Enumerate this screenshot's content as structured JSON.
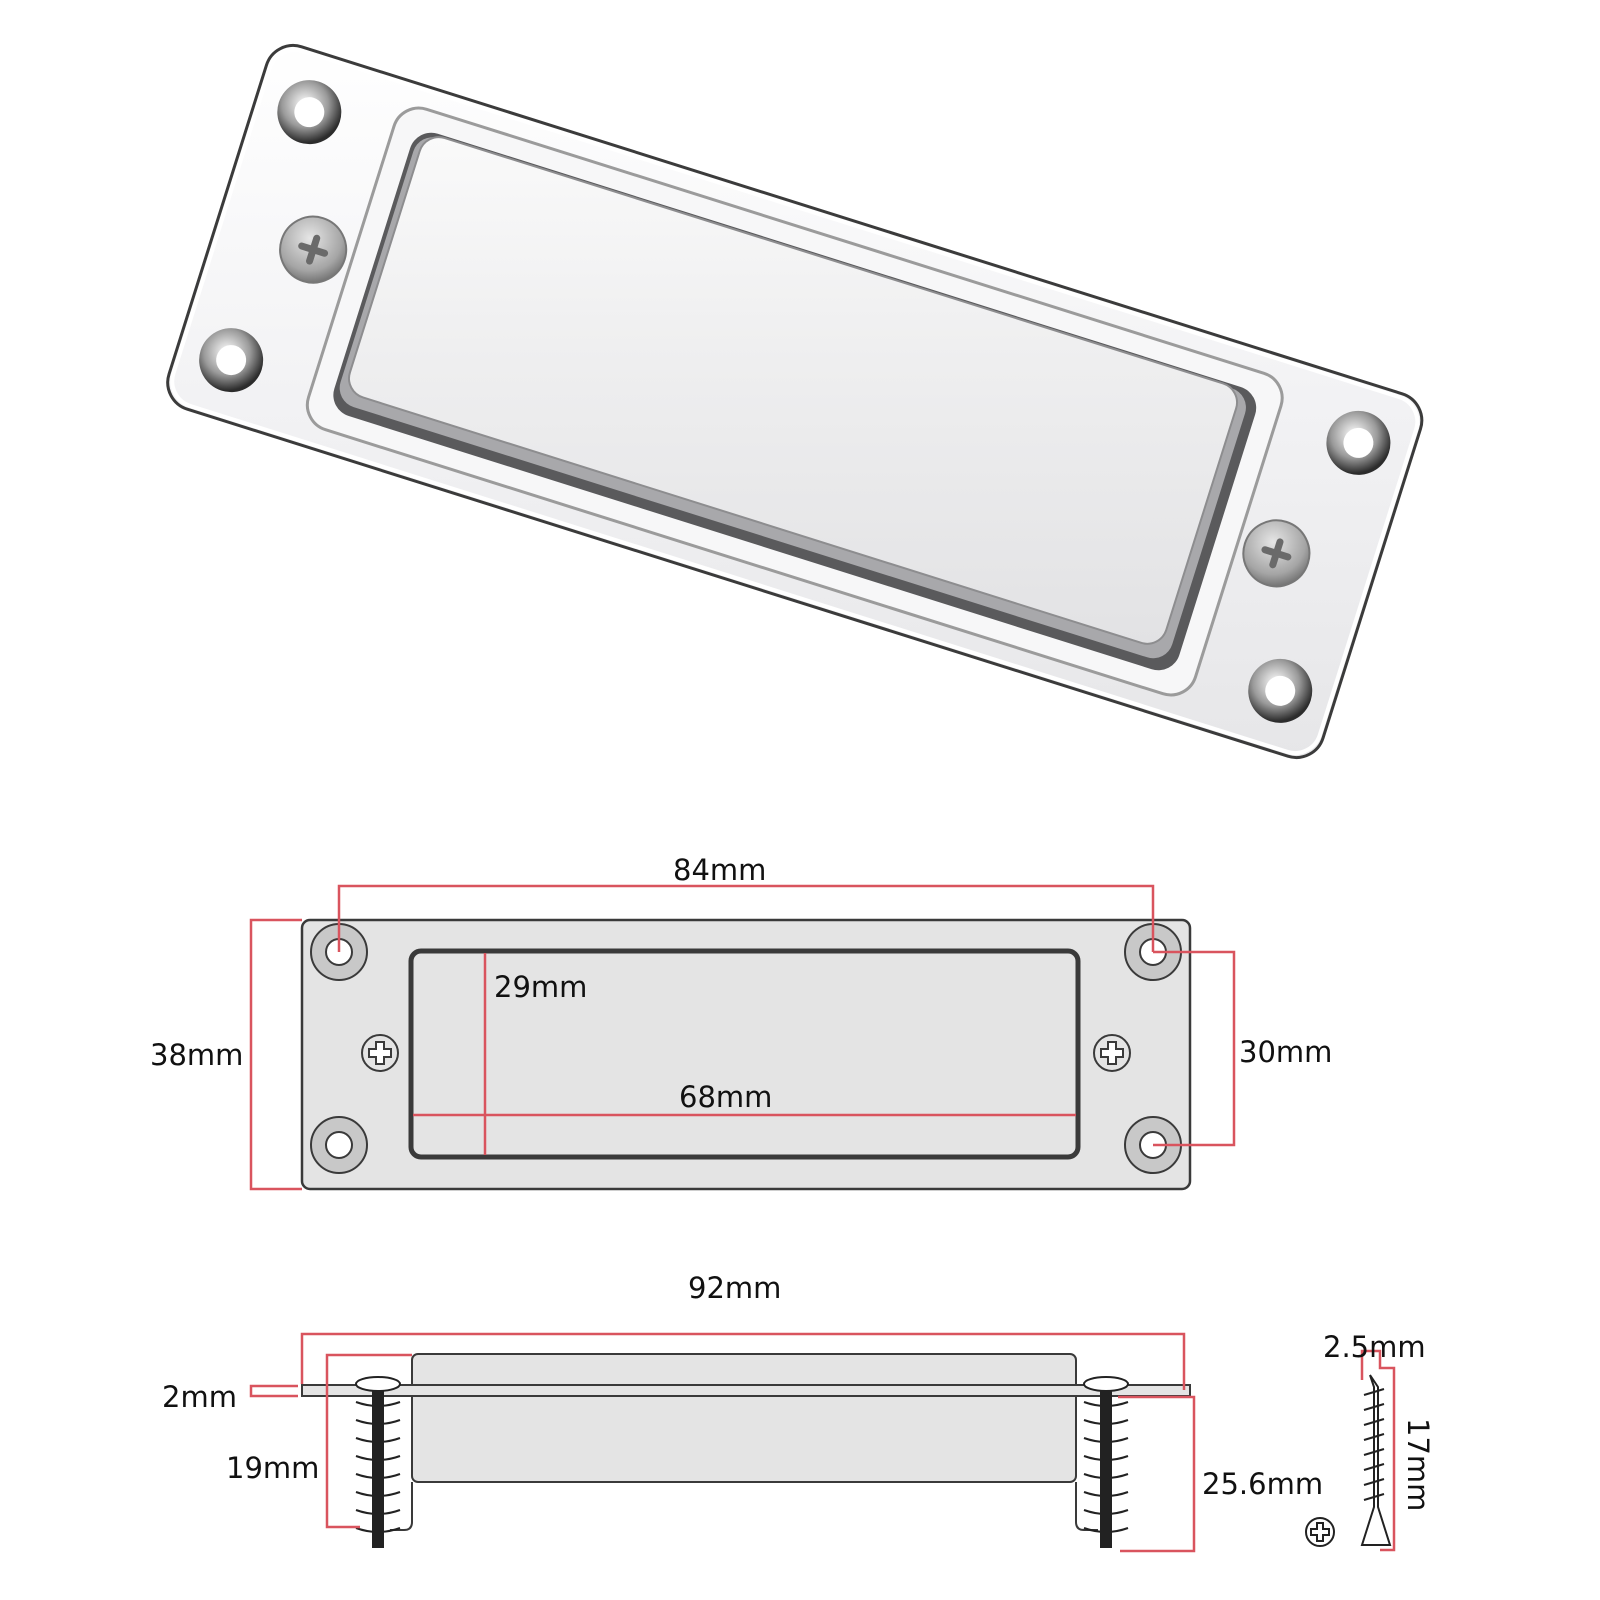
{
  "product": {
    "photo_alt": "chrome mini humbucker pickup with mounting ring",
    "finish_color": "#e8e8ea"
  },
  "colors": {
    "dimension_line": "#d9545e",
    "outline": "#3a3a3a",
    "fill": "#e4e4e4",
    "text": "#111111"
  },
  "top_view": {
    "labels": {
      "hole_spacing_width": "84mm",
      "cover_height": "29mm",
      "plate_height": "38mm",
      "cover_width": "68mm",
      "hole_spacing_height": "30mm"
    },
    "icons": [
      "mounting-hole-icon",
      "phillips-screw-icon"
    ]
  },
  "side_view": {
    "labels": {
      "overall_length": "92mm",
      "plate_thickness": "2mm",
      "pickup_depth": "19mm",
      "screw_drop": "25.6mm"
    }
  },
  "screw_detail": {
    "labels": {
      "screw_diameter": "2.5mm",
      "screw_length": "17mm"
    }
  }
}
